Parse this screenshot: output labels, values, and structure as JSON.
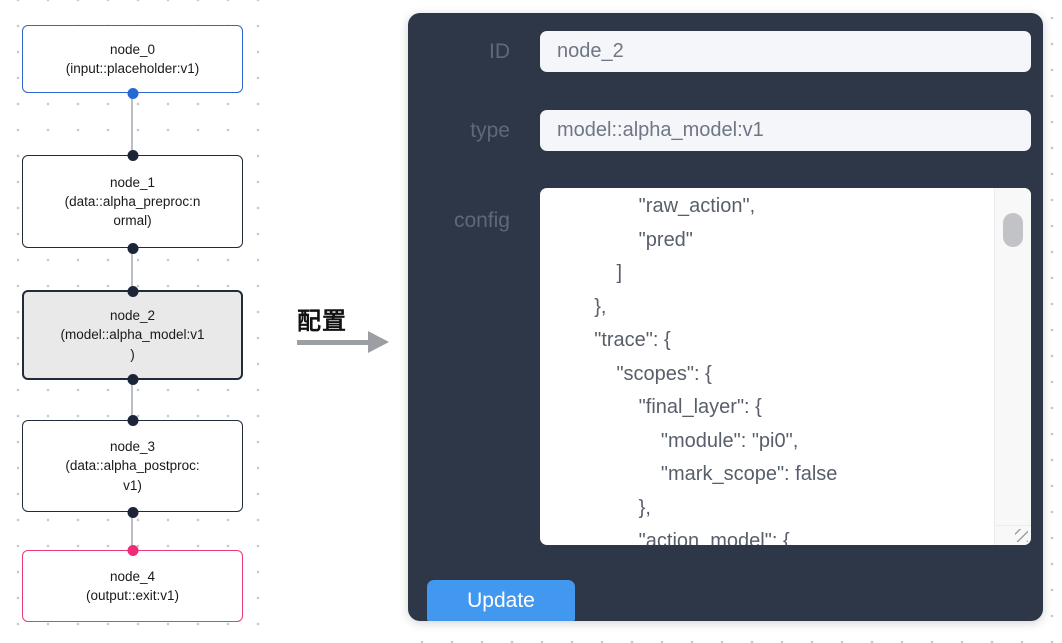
{
  "colors": {
    "node_border_blue": "#2e66c9",
    "node_border_dark": "#222b3a",
    "node_border_pink": "#ea3a7c",
    "node_selected_fill": "#e9e9ea",
    "port_blue": "#2469d4",
    "port_dark": "#1b2537",
    "port_pink": "#ee2d76",
    "edge": "#b9bdc5",
    "panel_bg": "#2d3748",
    "panel_label": "#5e6876",
    "input_bg": "#f5f6fa",
    "input_text": "#6f7684",
    "code_text": "#585f6a",
    "accent": "#4298ef",
    "arrow": "#9b9ea3"
  },
  "flow": {
    "nodes": [
      {
        "title": "node_0",
        "type_display": "(input::placeholder:v1)"
      },
      {
        "title": "node_1",
        "type_display": "(data::alpha_preproc:n\normal)"
      },
      {
        "title": "node_2",
        "type_display": "(model::alpha_model:v1\n)"
      },
      {
        "title": "node_3",
        "type_display": "(data::alpha_postproc:\nv1)"
      },
      {
        "title": "node_4",
        "type_display": "(output::exit:v1)"
      }
    ]
  },
  "transfer": {
    "label": "配置"
  },
  "panel": {
    "fields": [
      {
        "label": "ID",
        "value": "node_2"
      },
      {
        "label": "type",
        "value": "model::alpha_model:v1"
      },
      {
        "label": "config",
        "value": "            \"raw_action\",\n            \"pred\"\n        ]\n    },\n    \"trace\": {\n        \"scopes\": {\n            \"final_layer\": {\n                \"module\": \"pi0\",\n                \"mark_scope\": false\n            },\n            \"action_model\": {"
      }
    ],
    "update_label": "Update"
  }
}
